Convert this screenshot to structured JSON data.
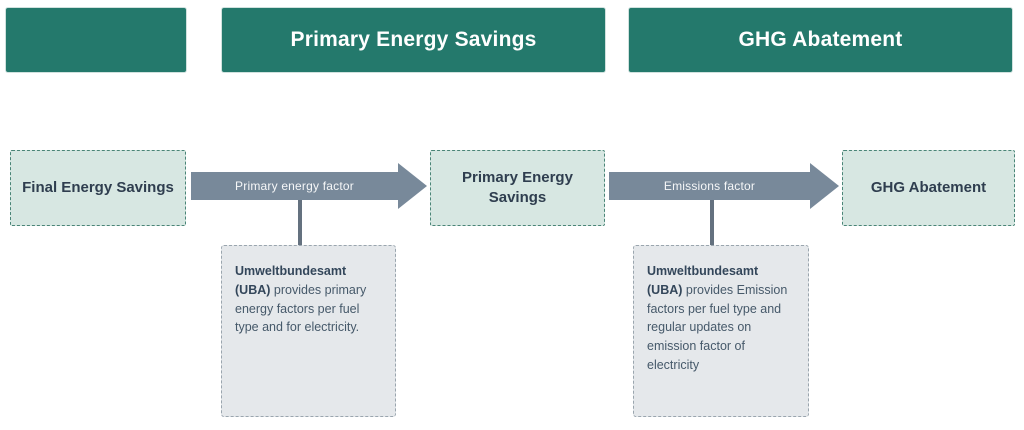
{
  "colors": {
    "header_green": "#24796C",
    "flow_box_fill": "#D7E7E2",
    "flow_box_border": "#4A8577",
    "arrow_gray": "#78899A",
    "note_fill": "#E5E8EB",
    "note_border": "#9AA5AE",
    "text_dark": "#2F3E4F"
  },
  "header": {
    "bars": [
      {
        "label": ""
      },
      {
        "label": "Primary Energy Savings"
      },
      {
        "label": "GHG Abatement"
      }
    ]
  },
  "flow": {
    "boxes": [
      {
        "label": "Final Energy Savings"
      },
      {
        "label": "Primary Energy Savings"
      },
      {
        "label": "GHG Abatement"
      }
    ],
    "arrows": [
      {
        "label": "Primary energy factor"
      },
      {
        "label": "Emissions factor"
      }
    ]
  },
  "notes": [
    {
      "title": "Umweltbundesamt (UBA)",
      "body": "provides primary energy factors per fuel type and for electricity."
    },
    {
      "title": "Umweltbundesamt (UBA)",
      "body": "provides Emission factors per fuel type and regular updates on emission factor of electricity"
    }
  ]
}
